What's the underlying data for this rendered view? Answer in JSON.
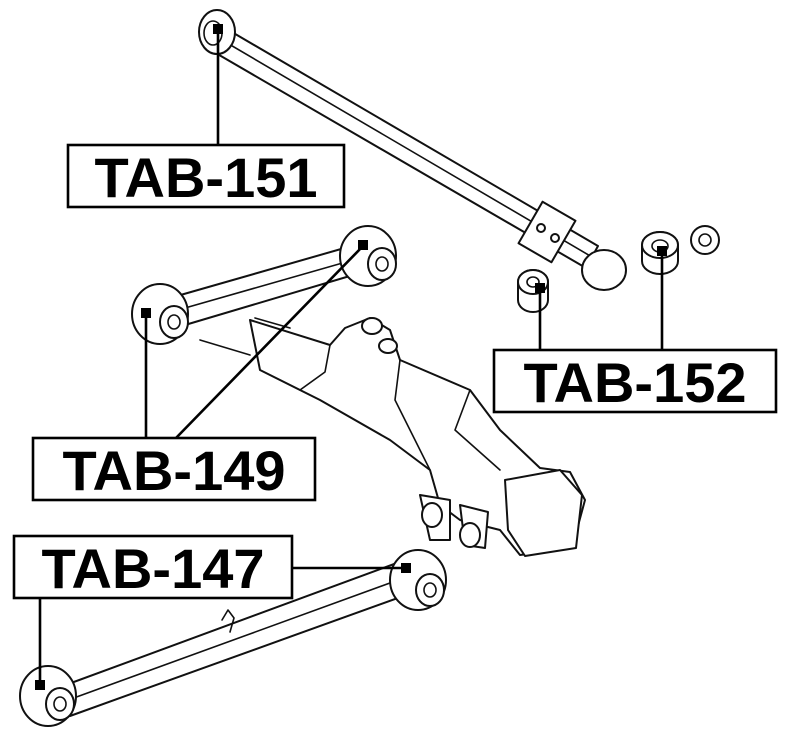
{
  "callouts": {
    "tab151": "TAB-151",
    "tab152": "TAB-152",
    "tab149": "TAB-149",
    "tab147": "TAB-147"
  },
  "colors": {
    "line": "#111111",
    "background": "#ffffff"
  }
}
